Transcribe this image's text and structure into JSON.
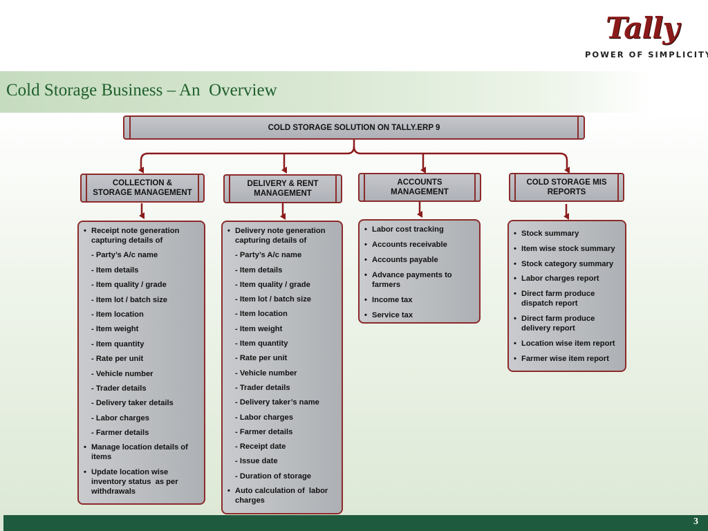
{
  "logo": {
    "wordmark": "Tally",
    "tagline": "POWER OF SIMPLICITY"
  },
  "title": "Cold Storage Business – An  Overview",
  "root": "COLD STORAGE SOLUTION ON TALLY.ERP 9",
  "columns": [
    {
      "header": [
        "COLLECTION &",
        "STORAGE MANAGEMENT"
      ],
      "items": [
        {
          "type": "bullet",
          "text": "Receipt note generation capturing details of"
        },
        {
          "type": "sub",
          "text": "- Party’s A/c name"
        },
        {
          "type": "sub",
          "text": "- Item details"
        },
        {
          "type": "sub",
          "text": "- Item quality / grade"
        },
        {
          "type": "sub",
          "text": "- Item lot / batch size"
        },
        {
          "type": "sub",
          "text": "- Item location"
        },
        {
          "type": "sub",
          "text": "- Item weight"
        },
        {
          "type": "sub",
          "text": "- Item quantity"
        },
        {
          "type": "sub",
          "text": "- Rate per unit"
        },
        {
          "type": "sub",
          "text": "- Vehicle number"
        },
        {
          "type": "sub",
          "text": "- Trader details"
        },
        {
          "type": "sub",
          "text": "- Delivery taker details"
        },
        {
          "type": "sub",
          "text": "- Labor charges"
        },
        {
          "type": "sub",
          "text": "- Farmer details"
        },
        {
          "type": "bullet",
          "text": "Manage location details of items"
        },
        {
          "type": "bullet",
          "text": "Update location wise inventory status  as per withdrawals"
        }
      ]
    },
    {
      "header": [
        "DELIVERY & RENT",
        "MANAGEMENT"
      ],
      "items": [
        {
          "type": "bullet",
          "text": "Delivery note generation capturing details of"
        },
        {
          "type": "sub",
          "text": "- Party’s A/c name"
        },
        {
          "type": "sub",
          "text": "- Item details"
        },
        {
          "type": "sub",
          "text": "- Item quality / grade"
        },
        {
          "type": "sub",
          "text": "- Item lot / batch size"
        },
        {
          "type": "sub",
          "text": "- Item location"
        },
        {
          "type": "sub",
          "text": "- Item weight"
        },
        {
          "type": "sub",
          "text": "- Item quantity"
        },
        {
          "type": "sub",
          "text": "- Rate per unit"
        },
        {
          "type": "sub",
          "text": "- Vehicle number"
        },
        {
          "type": "sub",
          "text": "- Trader details"
        },
        {
          "type": "sub",
          "text": "- Delivery taker’s name"
        },
        {
          "type": "sub",
          "text": "- Labor charges"
        },
        {
          "type": "sub",
          "text": "- Farmer details"
        },
        {
          "type": "sub",
          "text": "- Receipt date"
        },
        {
          "type": "sub",
          "text": "- Issue date"
        },
        {
          "type": "sub",
          "text": "- Duration of storage"
        },
        {
          "type": "bullet",
          "text": "Auto calculation of  labor charges"
        }
      ]
    },
    {
      "header": [
        "ACCOUNTS",
        "MANAGEMENT"
      ],
      "items": [
        {
          "type": "bullet",
          "text": "Labor cost tracking"
        },
        {
          "type": "bullet",
          "text": "Accounts receivable"
        },
        {
          "type": "bullet",
          "text": "Accounts payable"
        },
        {
          "type": "bullet",
          "text": "Advance payments to farmers"
        },
        {
          "type": "bullet",
          "text": "Income tax"
        },
        {
          "type": "bullet",
          "text": "Service tax"
        }
      ]
    },
    {
      "header": [
        "COLD STORAGE MIS",
        "REPORTS"
      ],
      "items": [
        {
          "type": "bullet",
          "text": "Stock summary"
        },
        {
          "type": "bullet",
          "text": "Item wise stock summary"
        },
        {
          "type": "bullet",
          "text": "Stock category summary"
        },
        {
          "type": "bullet",
          "text": "Labor charges report"
        },
        {
          "type": "bullet",
          "text": "Direct farm produce dispatch report"
        },
        {
          "type": "bullet",
          "text": "Direct farm produce delivery report"
        },
        {
          "type": "bullet",
          "text": "Location wise item report"
        },
        {
          "type": "bullet",
          "text": "Farmer wise item report"
        }
      ]
    }
  ],
  "page_number": "3",
  "colors": {
    "connector": "#8b1a1a",
    "title": "#1f5f2c",
    "footer": "#1e5a3e",
    "box_fill": "#b9bbc0"
  }
}
